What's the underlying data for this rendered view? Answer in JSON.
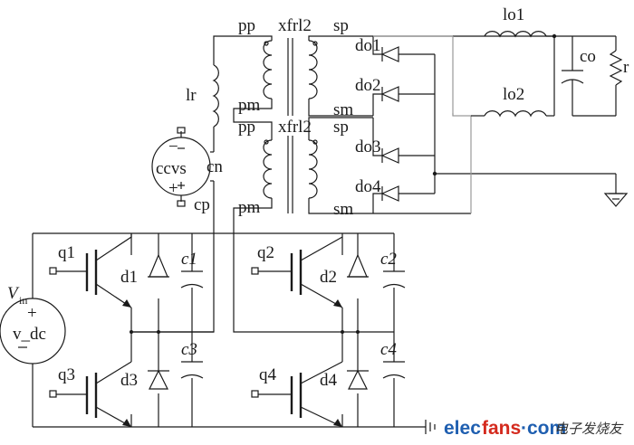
{
  "labels": {
    "pp_top": "pp",
    "xfrl2_top": "xfrl2",
    "sp_top": "sp",
    "pm_top": "pm",
    "sm_top": "sm",
    "pp_bot": "pp",
    "xfrl2_bot": "xfrl2",
    "sp_bot": "sp",
    "pm_bot": "pm",
    "sm_bot": "sm",
    "lr": "lr",
    "ccvs": "ccvs",
    "cn": "cn",
    "cp": "cp",
    "do1": "do1",
    "do2": "do2",
    "do3": "do3",
    "do4": "do4",
    "lo1": "lo1",
    "lo2": "lo2",
    "co": "co",
    "r": "r",
    "q1": "q1",
    "q2": "q2",
    "q3": "q3",
    "q4": "q4",
    "d1": "d1",
    "d2": "d2",
    "d3": "d3",
    "d4": "d4",
    "c1": "c1",
    "c2": "c2",
    "c3": "c3",
    "c4": "c4",
    "vin_main": "V",
    "vin_sub": "in",
    "vdc": "v_dc",
    "plus": "+",
    "minus": "−"
  },
  "watermark": {
    "elec": "elec",
    "fans": "fans",
    "dotcom": "·com",
    "cn": "电子发烧友"
  },
  "colors": {
    "wire": "#1a1a1a",
    "gray_wire": "#9a9a9a",
    "watermark_blue": "#1f5fb0",
    "watermark_red": "#d42a1e"
  }
}
